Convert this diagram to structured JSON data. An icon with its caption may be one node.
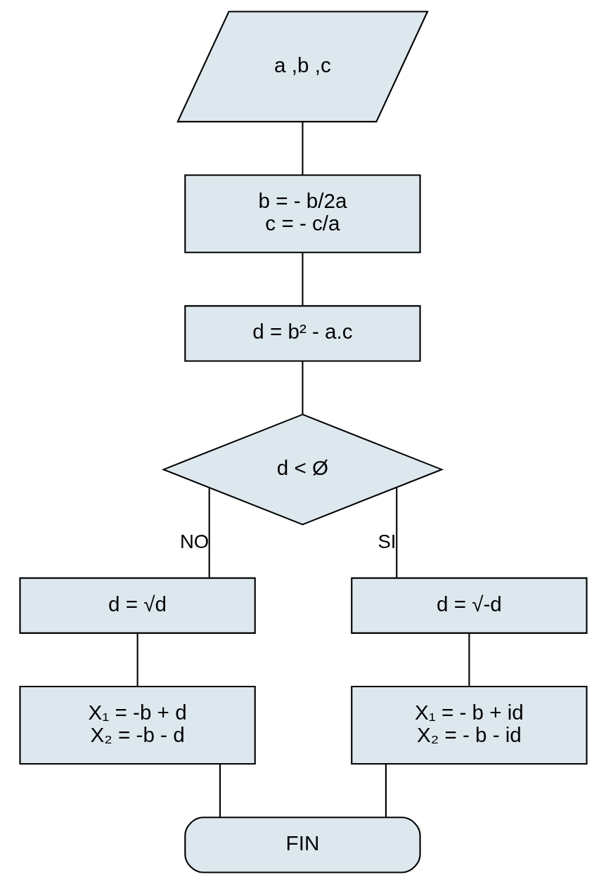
{
  "diagram": {
    "nodes": [
      {
        "text": [
          "a ,b ,c"
        ]
      },
      {
        "text": [
          "b = - b/2a",
          "c = - c/a"
        ]
      },
      {
        "text": [
          "d = b² - a.c"
        ]
      },
      {
        "text": [
          "d < Ø"
        ]
      },
      {
        "text": [
          "d = √d"
        ]
      },
      {
        "text": [
          "d = √-d"
        ]
      },
      {
        "text": [
          "X₁ = -b + d",
          "X₂ = -b - d"
        ]
      },
      {
        "text": [
          "X₁ = - b + id",
          "X₂ = - b - id"
        ]
      },
      {
        "text": [
          "FIN"
        ]
      }
    ],
    "edges": [
      {
        "from": 0,
        "to": 1,
        "arrow": "none"
      },
      {
        "from": 1,
        "to": 2,
        "arrow": "none"
      },
      {
        "from": 2,
        "to": 3,
        "arrow": "none"
      },
      {
        "from": 3,
        "to": 4,
        "arrow": "none",
        "label": "NO"
      },
      {
        "from": 3,
        "to": 5,
        "arrow": "none",
        "label": "SI"
      },
      {
        "from": 4,
        "to": 6,
        "arrow": "none"
      },
      {
        "from": 5,
        "to": 7,
        "arrow": "none"
      },
      {
        "from": 6,
        "to": 8,
        "arrow": "none"
      },
      {
        "from": 7,
        "to": 8,
        "arrow": "none"
      }
    ]
  }
}
